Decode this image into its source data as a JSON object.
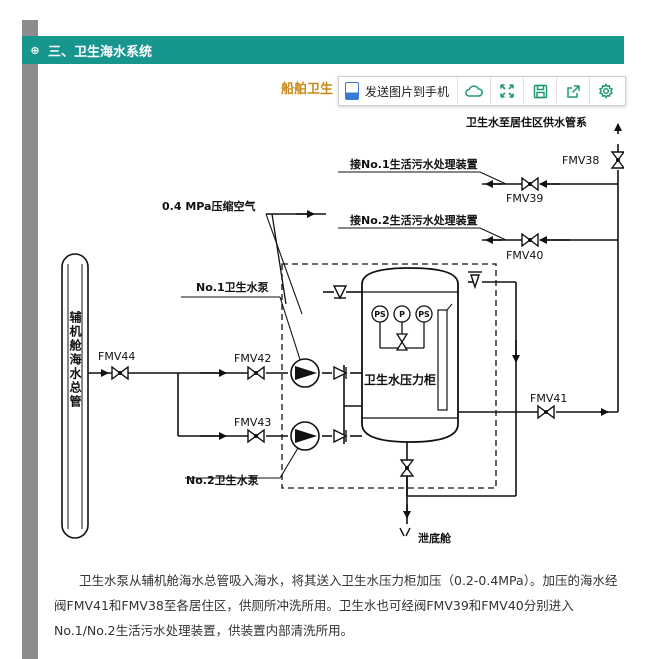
{
  "header": {
    "icon": "expand-circle-icon",
    "title": "三、卫生海水系统"
  },
  "caption_partial": "船舶卫生",
  "toolbar": {
    "send_label": "发送图片到手机",
    "buttons": [
      "cloud-icon",
      "fullscreen-icon",
      "save-icon",
      "share-icon",
      "settings-icon"
    ]
  },
  "diagram": {
    "main_pipe": "辅机舱海水总管",
    "pump1": "No.1卫生水泵",
    "pump2": "No.2卫生水泵",
    "tank": "卫生水压力柜",
    "compressed_air": "0.4 MPa压缩空气",
    "supply": "卫生水至居住区供水管系",
    "sewage1": "接No.1生活污水处理装置",
    "sewage2": "接No.2生活污水处理装置",
    "drain": "泄底舱",
    "gauge_ps": "PS",
    "gauge_p": "P",
    "valves": [
      "FMV44",
      "FMV42",
      "FMV43",
      "FMV41",
      "FMV38",
      "FMV39",
      "FMV40"
    ]
  },
  "description": "卫生水泵从辅机舱海水总管吸入海水，将其送入卫生水压力柜加压（0.2-0.4MPa）。加压的海水经阀FMV41和FMV38至各居住区，供厕所冲洗所用。卫生水也可经阀FMV39和FMV40分别进入No.1/No.2生活污水处理装置，供装置内部清洗所用。"
}
